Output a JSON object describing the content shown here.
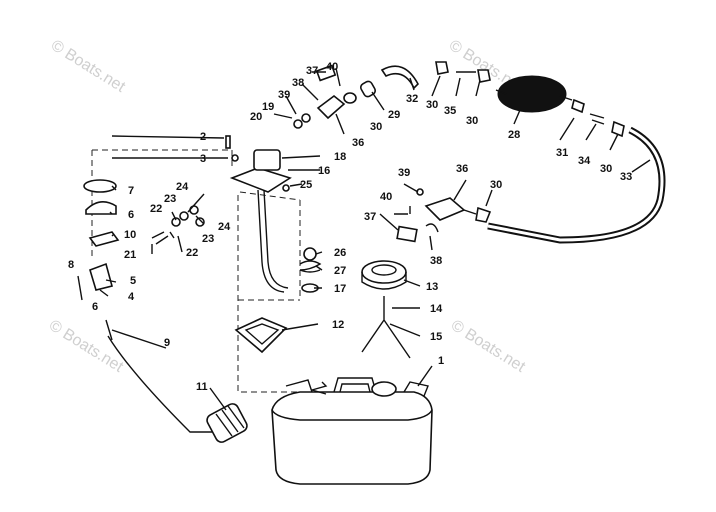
{
  "watermark": {
    "text": "© Boats.net"
  },
  "callouts": [
    {
      "id": "c1",
      "label": "1"
    },
    {
      "id": "c2",
      "label": "2"
    },
    {
      "id": "c3",
      "label": "3"
    },
    {
      "id": "c4",
      "label": "4"
    },
    {
      "id": "c5",
      "label": "5"
    },
    {
      "id": "c6a",
      "label": "6"
    },
    {
      "id": "c6b",
      "label": "6"
    },
    {
      "id": "c7",
      "label": "7"
    },
    {
      "id": "c8",
      "label": "8"
    },
    {
      "id": "c9",
      "label": "9"
    },
    {
      "id": "c10",
      "label": "10"
    },
    {
      "id": "c11",
      "label": "11"
    },
    {
      "id": "c12",
      "label": "12"
    },
    {
      "id": "c13",
      "label": "13"
    },
    {
      "id": "c14",
      "label": "14"
    },
    {
      "id": "c15",
      "label": "15"
    },
    {
      "id": "c16",
      "label": "16"
    },
    {
      "id": "c17",
      "label": "17"
    },
    {
      "id": "c18",
      "label": "18"
    },
    {
      "id": "c19",
      "label": "19"
    },
    {
      "id": "c20",
      "label": "20"
    },
    {
      "id": "c21",
      "label": "21"
    },
    {
      "id": "c22a",
      "label": "22"
    },
    {
      "id": "c22b",
      "label": "22"
    },
    {
      "id": "c23a",
      "label": "23"
    },
    {
      "id": "c23b",
      "label": "23"
    },
    {
      "id": "c24a",
      "label": "24"
    },
    {
      "id": "c24b",
      "label": "24"
    },
    {
      "id": "c25",
      "label": "25"
    },
    {
      "id": "c26",
      "label": "26"
    },
    {
      "id": "c27",
      "label": "27"
    },
    {
      "id": "c28",
      "label": "28"
    },
    {
      "id": "c29",
      "label": "29"
    },
    {
      "id": "c30a",
      "label": "30"
    },
    {
      "id": "c30b",
      "label": "30"
    },
    {
      "id": "c30c",
      "label": "30"
    },
    {
      "id": "c30d",
      "label": "30"
    },
    {
      "id": "c30e",
      "label": "30"
    },
    {
      "id": "c31",
      "label": "31"
    },
    {
      "id": "c32",
      "label": "32"
    },
    {
      "id": "c33",
      "label": "33"
    },
    {
      "id": "c34",
      "label": "34"
    },
    {
      "id": "c35",
      "label": "35"
    },
    {
      "id": "c36a",
      "label": "36"
    },
    {
      "id": "c36b",
      "label": "36"
    },
    {
      "id": "c37a",
      "label": "37"
    },
    {
      "id": "c37b",
      "label": "37"
    },
    {
      "id": "c38a",
      "label": "38"
    },
    {
      "id": "c38b",
      "label": "38"
    },
    {
      "id": "c39a",
      "label": "39"
    },
    {
      "id": "c39b",
      "label": "39"
    },
    {
      "id": "c40a",
      "label": "40"
    },
    {
      "id": "c40b",
      "label": "40"
    }
  ]
}
